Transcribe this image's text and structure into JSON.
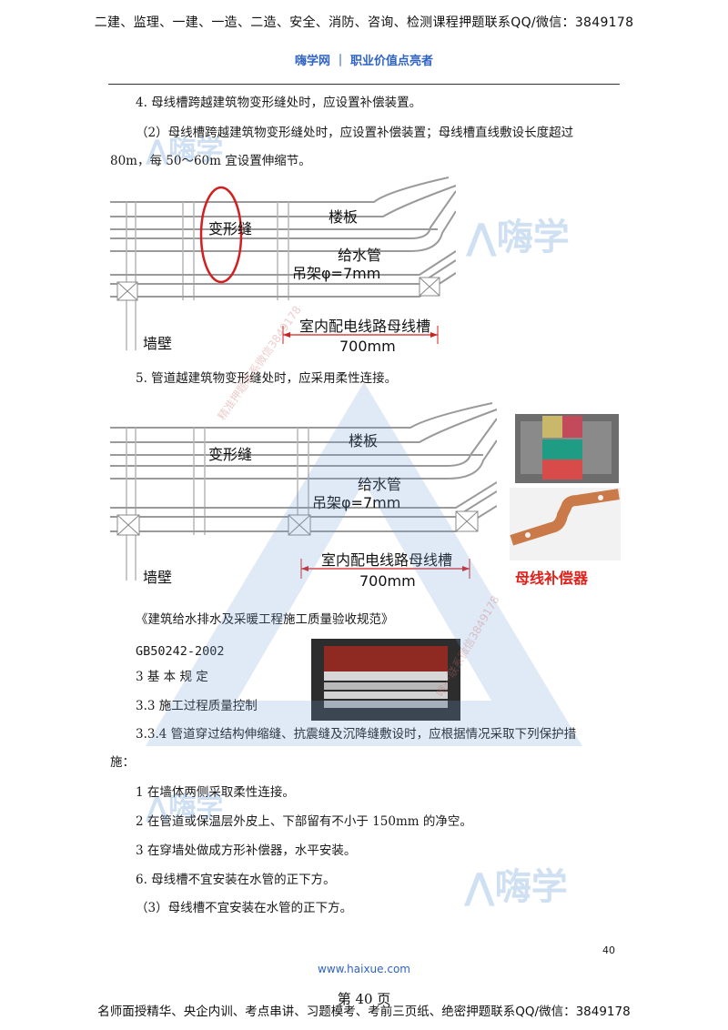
{
  "header": {
    "banner": "二建、监理、一建、一造、二造、安全、消防、咨询、检测课程押题联系QQ/微信：3849178",
    "brand": "嗨学网 ｜ 职业价值点亮者"
  },
  "content": {
    "item4": "4.  母线槽跨越建筑物变形缝处时，应设置补偿装置。",
    "item4_sub_line1": "（2）母线槽跨越建筑物变形缝处时，应设置补偿装置；母线槽直线敷设长度超过",
    "item4_sub_line2": "80m，每 50～60m 宜设置伸缩节。",
    "item5": "5.  管道越建筑物变形缝处时，应采用柔性连接。",
    "std_title": "《建筑给水排水及采暖工程施工质量验收规范》",
    "std_code": "GB50242-2002",
    "sec3": "3 基 本 规 定",
    "sec33": "3.3 施工过程质量控制",
    "sec334_line1": "3.3.4 管道穿过结构伸缩缝、抗震缝及沉降缝敷设时，应根据情况采取下列保护措",
    "sec334_line2": "施：",
    "rule1": "1 在墙体两侧采取柔性连接。",
    "rule2": "2 在管道或保温层外皮上、下部留有不小于 150mm 的净空。",
    "rule3": "3 在穿墙处做成方形补偿器，水平安装。",
    "item6": "6.  母线槽不宜安装在水管的正下方。",
    "item6_sub": "（3）母线槽不宜安装在水管的正下方。"
  },
  "diagram1": {
    "deform_joint": "变形缝",
    "floor_slab": "楼板",
    "water_pipe": "给水管",
    "hanger": "吊架φ=7mm",
    "busway": "室内配电线路母线槽",
    "width": "700mm",
    "wall": "墙壁"
  },
  "diagram2": {
    "deform_joint": "变形缝",
    "floor_slab": "楼板",
    "water_pipe": "给水管",
    "hanger": "吊架φ=7mm",
    "busway": "室内配电线路母线槽",
    "width": "700mm",
    "wall": "墙壁"
  },
  "photos": {
    "compensator_caption": "母线补偿器"
  },
  "watermarks": {
    "logo_text": "嗨学",
    "diag_text_1": "精准押题联系微信3849178",
    "diag_text_2": "唯一联系微信3849178"
  },
  "footer": {
    "page_number": "40",
    "site": "www.haixue.com",
    "page_label": "第 40 页",
    "banner": "名师面授精华、央企内训、考点串讲、习题模考、考前三页纸、绝密押题联系QQ/微信：3849178"
  },
  "colors": {
    "brand_blue": "#2f63c4",
    "caption_red": "#e0201a",
    "watermark_blue": "#6ea0d7"
  }
}
